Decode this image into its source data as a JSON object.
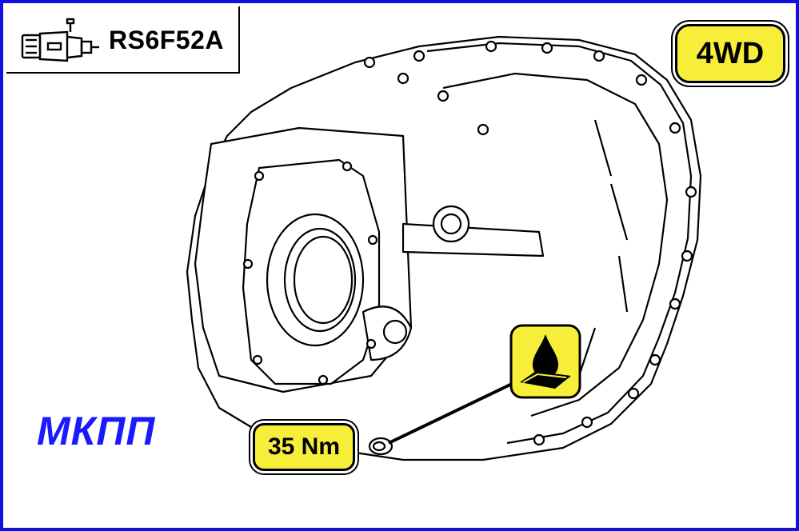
{
  "header": {
    "model": "RS6F52A"
  },
  "badges": {
    "drive": "4WD",
    "torque": "35 Nm"
  },
  "caption": "МКПП",
  "colors": {
    "frame": "#1010e0",
    "badge_fill": "#f7ee3a",
    "caption": "#1a1aff"
  },
  "icons": {
    "header_icon": "transmission-icon",
    "fluid_icon": "oil-drop-icon"
  }
}
